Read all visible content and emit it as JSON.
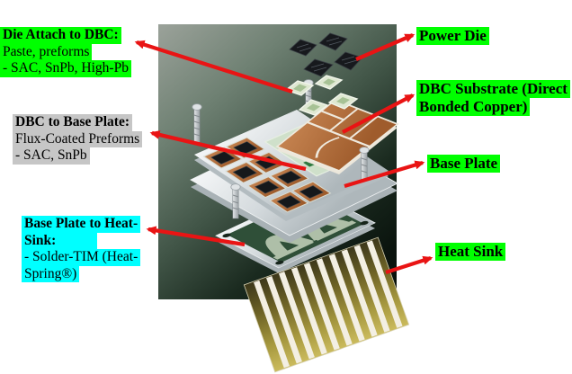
{
  "callouts": {
    "die_attach": {
      "heading": "Die Attach to DBC:",
      "lines": [
        "Paste, preforms",
        "- SAC, SnPb, High-Pb"
      ],
      "highlight": "#00ff00"
    },
    "dbc_to_base_plate": {
      "heading": "DBC to Base Plate:",
      "lines": [
        "Flux-Coated Preforms",
        "- SAC, SnPb"
      ],
      "highlight": "#c6c6c6"
    },
    "base_plate_to_heat_sink": {
      "heading_line1": "Base Plate to Heat-",
      "heading_line2": "Sink:",
      "lines": [
        "- Solder-TIM (Heat-",
        "Spring®)"
      ],
      "highlight": "#00ffff"
    },
    "power_die": {
      "label": "Power Die",
      "highlight": "#00ff00"
    },
    "dbc_substrate": {
      "label_line1": "DBC Substrate (Direct",
      "label_line2": "Bonded Copper)",
      "highlight": "#00ff00"
    },
    "base_plate": {
      "label": "Base Plate",
      "highlight": "#00ff00"
    },
    "heat_sink": {
      "label": "Heat Sink",
      "highlight": "#00ff00"
    }
  },
  "colors": {
    "arrow": "#e91414",
    "highlight_green": "#00ff00",
    "highlight_cyan": "#00ffff",
    "highlight_gray": "#c6c6c6",
    "photo_background_top": "#9ba29a",
    "photo_background_bottom": "#0a130d",
    "copper": "#b06f3e",
    "heat_sink_gold": "#a5973e"
  }
}
